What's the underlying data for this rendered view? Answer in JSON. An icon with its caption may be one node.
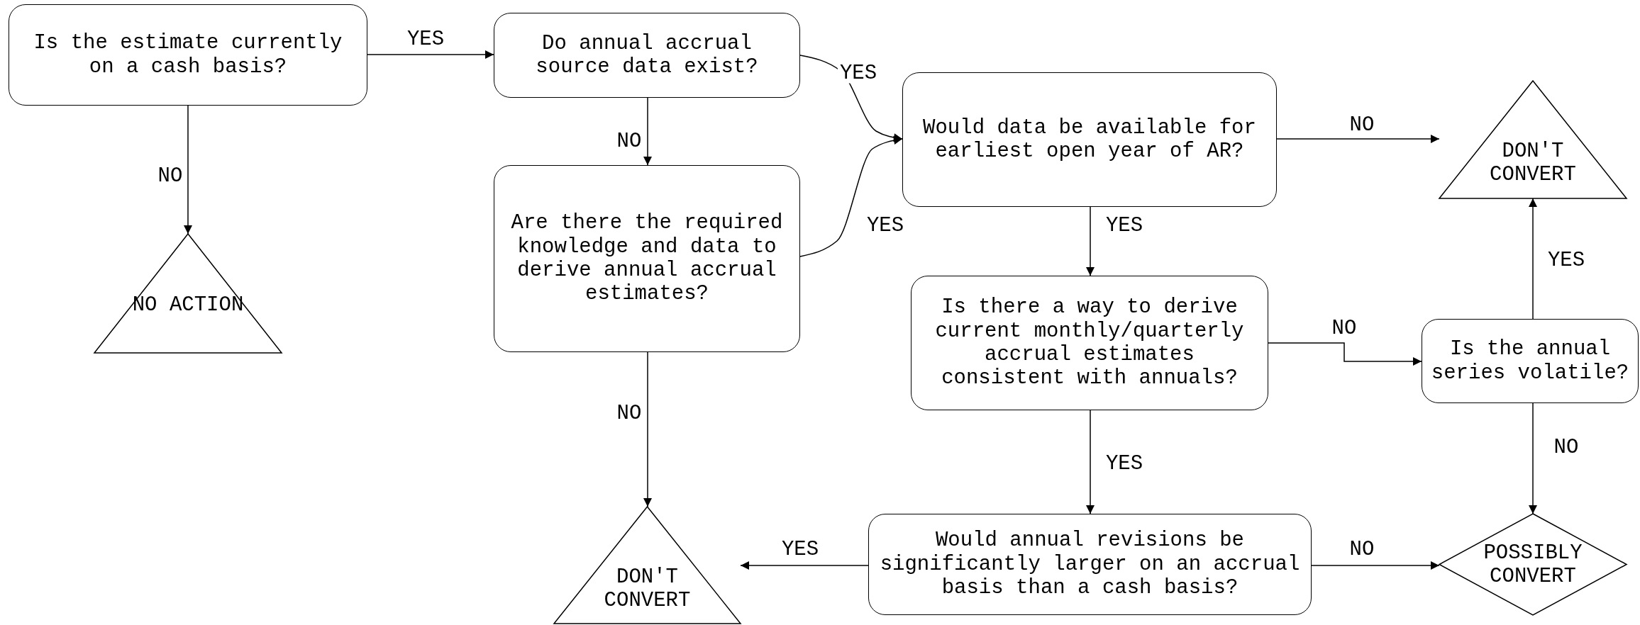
{
  "diagram": {
    "nodes": [
      {
        "text": [
          "Is the estimate currently on a cash basis?"
        ]
      },
      {
        "text": [
          "NO ACTION"
        ]
      },
      {
        "text": [
          "Do annual accrual source data exist?"
        ]
      },
      {
        "text": [
          "Are there the required knowledge and data to derive annual accrual estimates?"
        ]
      },
      {
        "text": [
          "DON'T CONVERT"
        ]
      },
      {
        "text": [
          "Would data be available for earliest open year of AR?"
        ]
      },
      {
        "text": [
          "DON'T CONVERT"
        ]
      },
      {
        "text": [
          "Is there a way to derive current monthly/quarterly accrual estimates consistent with annuals?"
        ]
      },
      {
        "text": [
          "Is the annual series volatile?"
        ]
      },
      {
        "text": [
          "Would annual revisions be significantly larger on an accrual basis than a cash basis?"
        ]
      },
      {
        "text": [
          "POSSIBLY CONVERT"
        ]
      }
    ],
    "edges": [
      {
        "from": 0,
        "to": 2,
        "arrow": "to",
        "label": "YES"
      },
      {
        "from": 0,
        "to": 1,
        "arrow": "to",
        "label": "NO"
      },
      {
        "from": 2,
        "to": 5,
        "arrow": "to",
        "label": "YES"
      },
      {
        "from": 2,
        "to": 3,
        "arrow": "to",
        "label": "NO"
      },
      {
        "from": 3,
        "to": 5,
        "arrow": "to",
        "label": "YES"
      },
      {
        "from": 3,
        "to": 4,
        "arrow": "to",
        "label": "NO"
      },
      {
        "from": 5,
        "to": 6,
        "arrow": "to",
        "label": "NO"
      },
      {
        "from": 5,
        "to": 7,
        "arrow": "to",
        "label": "YES"
      },
      {
        "from": 7,
        "to": 8,
        "arrow": "to",
        "label": "NO"
      },
      {
        "from": 7,
        "to": 9,
        "arrow": "to",
        "label": "YES"
      },
      {
        "from": 8,
        "to": 6,
        "arrow": "to",
        "label": "YES"
      },
      {
        "from": 8,
        "to": 10,
        "arrow": "to",
        "label": "NO"
      },
      {
        "from": 9,
        "to": 4,
        "arrow": "to",
        "label": "YES"
      },
      {
        "from": 9,
        "to": 10,
        "arrow": "to",
        "label": "NO"
      }
    ]
  }
}
